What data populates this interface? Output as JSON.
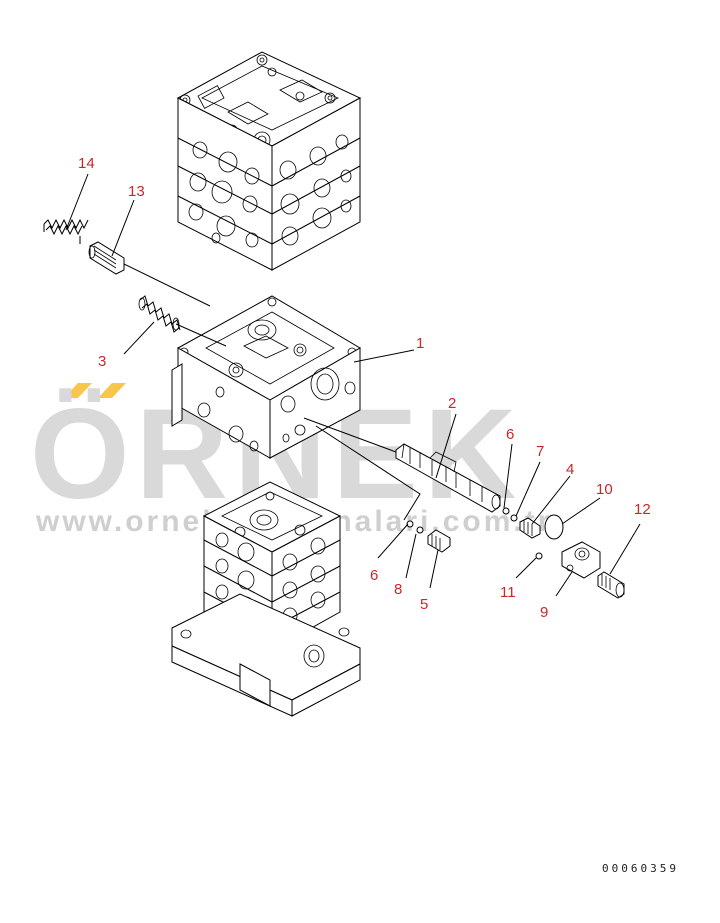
{
  "watermark": {
    "brand": "ÖRNEK",
    "url": "www.ornekismakinalari.com.tr",
    "accent_color": "#f7c64a"
  },
  "callouts": [
    {
      "id": "c1",
      "label": "1"
    },
    {
      "id": "c2",
      "label": "2"
    },
    {
      "id": "c3",
      "label": "3"
    },
    {
      "id": "c4",
      "label": "4"
    },
    {
      "id": "c5",
      "label": "5"
    },
    {
      "id": "c6a",
      "label": "6"
    },
    {
      "id": "c6b",
      "label": "6"
    },
    {
      "id": "c7",
      "label": "7"
    },
    {
      "id": "c8",
      "label": "8"
    },
    {
      "id": "c9",
      "label": "9"
    },
    {
      "id": "c10",
      "label": "10"
    },
    {
      "id": "c11",
      "label": "11"
    },
    {
      "id": "c12",
      "label": "12"
    },
    {
      "id": "c13",
      "label": "13"
    },
    {
      "id": "c14",
      "label": "14"
    }
  ],
  "drawing_number": "00060359",
  "colors": {
    "callout": "#c8282a",
    "line": "#000000",
    "watermark": "#d9d9d9"
  }
}
